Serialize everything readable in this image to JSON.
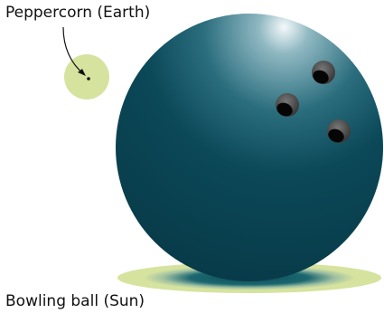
{
  "labels": {
    "earth": "Peppercorn (Earth)",
    "sun": "Bowling ball (Sun)"
  },
  "colors": {
    "ball_dark": "#0b4858",
    "ball_highlight": "#e9f2f4",
    "finger_hole": "#0a0a0a",
    "shadow_outer": "#d6e39f",
    "shadow_inner": "#0e5464",
    "peppercorn_halo": "#d6e39f",
    "peppercorn": "#111111"
  },
  "icons": {
    "sun": "bowling-ball",
    "earth": "peppercorn-dot"
  }
}
